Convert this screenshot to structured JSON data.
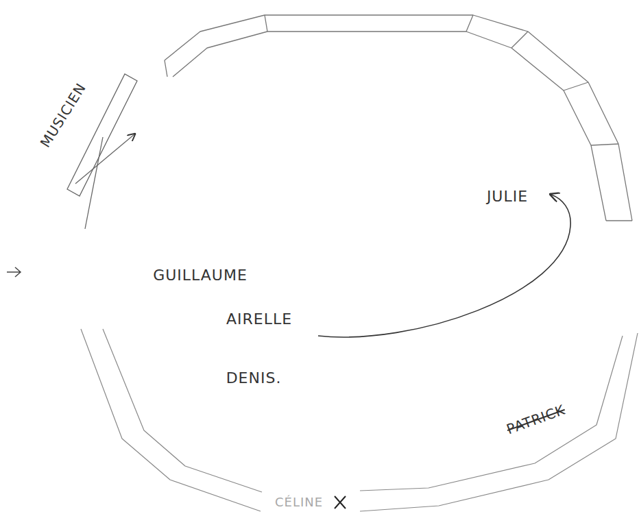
{
  "diagram": {
    "labels": [
      "MUSICIEN",
      "GUILLAUME",
      "AIRELLE",
      "DENIS.",
      "JULIE",
      "PATRICK",
      "CÉLINE"
    ]
  }
}
